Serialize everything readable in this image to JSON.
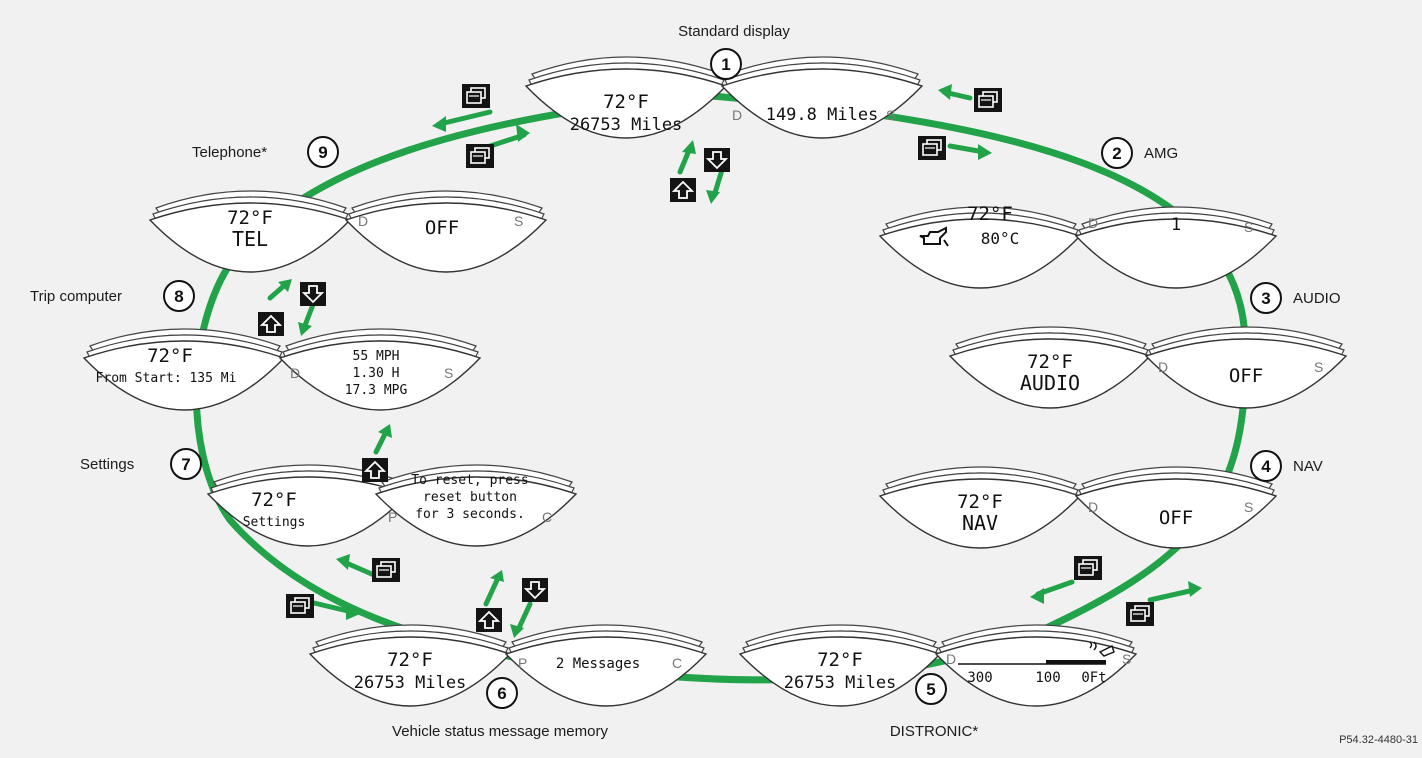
{
  "labels": {
    "standard": "Standard display",
    "amg": "AMG",
    "audio": "AUDIO",
    "nav": "NAV",
    "distronic": "DISTRONIC*",
    "vehicle_status": "Vehicle status message memory",
    "settings": "Settings",
    "trip": "Trip computer",
    "telephone": "Telephone*"
  },
  "numbers": [
    "1",
    "2",
    "3",
    "4",
    "5",
    "6",
    "7",
    "8",
    "9"
  ],
  "side_letters": {
    "d": "D",
    "s": "S",
    "p": "P",
    "c": "C"
  },
  "displays": {
    "standard": {
      "left": [
        "72°F",
        "26753 Miles"
      ],
      "right": [
        "149.8 Miles"
      ]
    },
    "amg": {
      "left": [
        "72°F",
        "80°C"
      ],
      "right": [
        "1"
      ],
      "left_icon": "oil-can-icon"
    },
    "audio": {
      "left": [
        "72°F",
        "AUDIO"
      ],
      "right": [
        "OFF"
      ]
    },
    "nav": {
      "left": [
        "72°F",
        "NAV"
      ],
      "right": [
        "OFF"
      ]
    },
    "distronic": {
      "left": [
        "72°F",
        "26753 Miles"
      ],
      "scale": [
        "300",
        "100",
        "0Ft"
      ],
      "right_icon": "distronic-sensor-icon"
    },
    "vehicle_status": {
      "left": [
        "72°F",
        "26753 Miles"
      ],
      "right": [
        "2 Messages"
      ]
    },
    "settings": {
      "left": [
        "72°F",
        "Settings"
      ],
      "right": [
        "To reset, press",
        "reset button",
        "for 3 seconds."
      ]
    },
    "trip": {
      "left": [
        "72°F",
        "From Start: 135 Mi"
      ],
      "right": [
        "55 MPH",
        "1.30 H",
        "17.3 MPG"
      ]
    },
    "telephone": {
      "left": [
        "72°F",
        "TEL"
      ],
      "right": [
        "OFF"
      ]
    }
  },
  "icons": {
    "up": "up-arrow-button-icon",
    "down": "down-arrow-button-icon",
    "window": "window-button-icon"
  },
  "colors": {
    "ring": "#22a34a",
    "key_bg": "#141414",
    "panel_fill": "#ffffff",
    "panel_stroke": "#333333"
  },
  "footer_code": "P54.32-4480-31"
}
